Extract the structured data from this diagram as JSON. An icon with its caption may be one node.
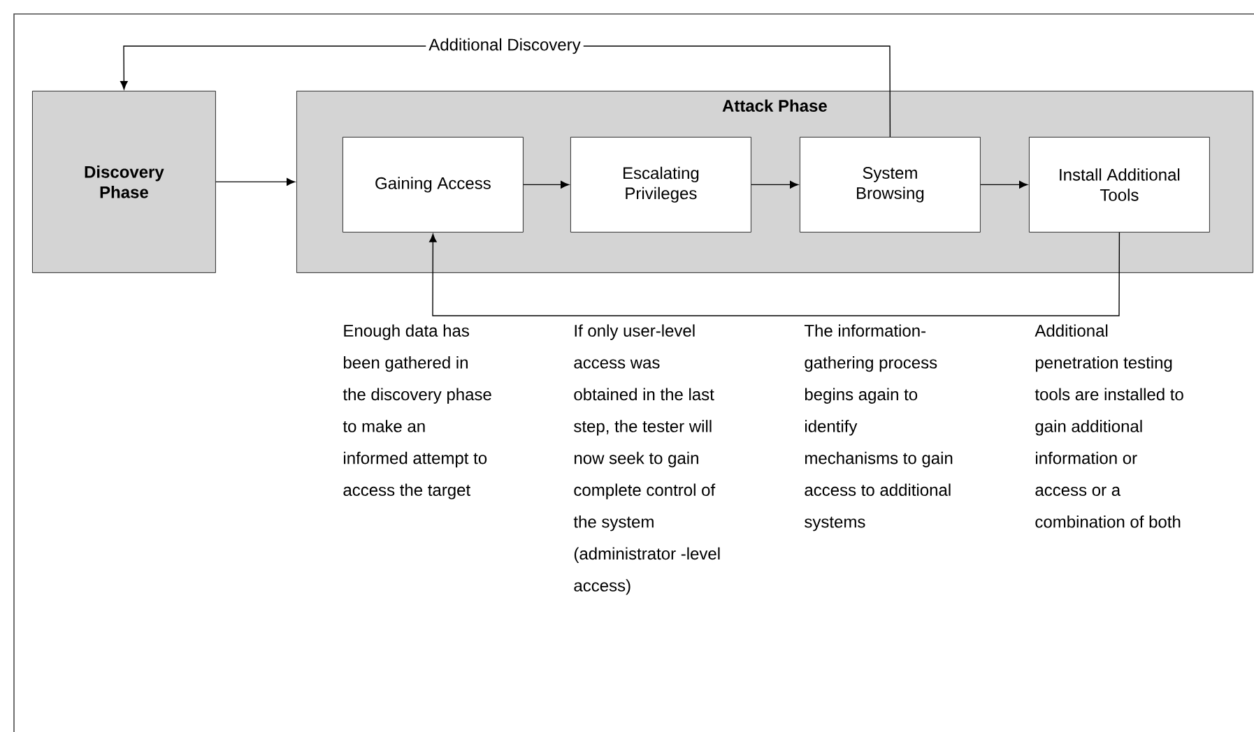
{
  "diagram": {
    "nodes": [
      {
        "text": [
          "Discovery Phase"
        ]
      },
      {
        "text": [
          "Attack Phase"
        ]
      },
      {
        "text": [
          "Gaining Access"
        ],
        "in": 1
      },
      {
        "text": [
          "Escalating Privileges"
        ],
        "in": 1
      },
      {
        "text": [
          "System Browsing"
        ],
        "in": 1
      },
      {
        "text": [
          "Install Additional Tools"
        ],
        "in": 1
      }
    ],
    "edges": [
      {
        "from": 0,
        "to": 1,
        "arrow": "to"
      },
      {
        "from": 2,
        "to": 3,
        "arrow": "to"
      },
      {
        "from": 3,
        "to": 4,
        "arrow": "to"
      },
      {
        "from": 4,
        "to": 5,
        "arrow": "to"
      },
      {
        "from": 4,
        "to": 0,
        "arrow": "to",
        "label": "Additional Discovery"
      },
      {
        "from": 5,
        "to": 2,
        "arrow": "to"
      }
    ],
    "labels": [
      "Enough data has been gathered in the discovery phase to make an informed attempt to access the target",
      "If only user-level access was obtained in the last step, the tester will now seek to gain complete control of the system (administrator -level access)",
      "The information-gathering process begins again to identify mechanisms to gain access to additional systems",
      "Additional penetration testing tools are installed to gain additional information or access or a combination of both"
    ]
  }
}
